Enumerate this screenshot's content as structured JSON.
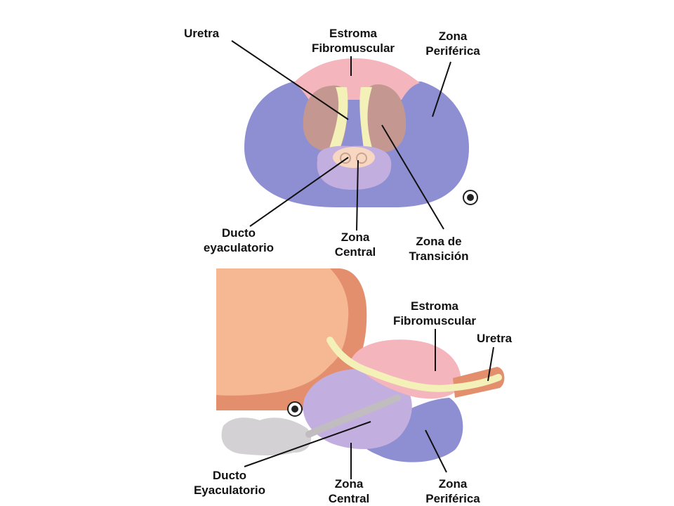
{
  "top_view": {
    "labels": {
      "uretra": "Uretra",
      "estroma_line1": "Estroma",
      "estroma_line2": "Fibromuscular",
      "periferica_line1": "Zona",
      "periferica_line2": "Periférica",
      "ducto_line1": "Ducto",
      "ducto_line2": "eyaculatorio",
      "central_line1": "Zona",
      "central_line2": "Central",
      "transicion_line1": "Zona de",
      "transicion_line2": "Transición"
    }
  },
  "side_view": {
    "labels": {
      "estroma_line1": "Estroma",
      "estroma_line2": "Fibromuscular",
      "uretra": "Uretra",
      "ducto_line1": "Ducto",
      "ducto_line2": "Eyaculatorio",
      "central_line1": "Zona",
      "central_line2": "Central",
      "periferica_line1": "Zona",
      "periferica_line2": "Periférica"
    }
  },
  "colors": {
    "peripheral_zone": "#8e8fd2",
    "fibromuscular_stroma": "#f4b5bd",
    "transition_zone": "#c49890",
    "urethra": "#f3f0b8",
    "central_zone": "#c3aee0",
    "ejaculatory_duct": "#f7d7c2",
    "bladder": "#f6b893",
    "bladder_wall": "#e38f6e",
    "seminal_vesicle": "#d3d1d3"
  }
}
